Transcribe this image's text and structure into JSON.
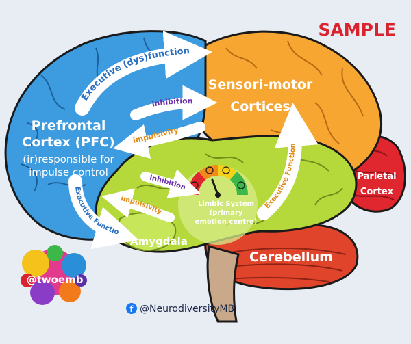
{
  "watermark": "SAMPLE",
  "regions": {
    "pfc": {
      "title_line1": "Prefrontal",
      "title_line2": "Cortex (PFC)",
      "sub_line1": "(ir)responsible for",
      "sub_line2": "impulse control",
      "color": "#3d9be0"
    },
    "sensorimotor": {
      "line1": "Sensori-motor",
      "line2": "Cortices",
      "color": "#f7a632"
    },
    "parietal": {
      "line1": "Parietal",
      "line2": "Cortex",
      "color": "#e0262f"
    },
    "limbic": {
      "line1": "Limbic System",
      "line2": "(primary",
      "line3": "emotion centre)",
      "color": "#b5d83a"
    },
    "amygdala": {
      "label": "Amygdala"
    },
    "cerebellum": {
      "label": "Cerebellum",
      "color": "#e0452b"
    }
  },
  "arrows": {
    "executive_dys": "Executive (dys)function",
    "inhibition_top": "inhibition",
    "impulsivity_top": "impulsivity",
    "inhibition_mid": "inhibition",
    "impulsivity_mid": "impulsivity",
    "executive_left": "Executive Function",
    "executive_right": "Executive Function"
  },
  "label_colors": {
    "executive": "#2a6fc0",
    "inhibition": "#6b2fa8",
    "impulsivity": "#e08a18"
  },
  "branding": {
    "logo_text": "@twoemb",
    "facebook_handle": "@NeurodiversityMB",
    "facebook_icon": "facebook-icon"
  }
}
